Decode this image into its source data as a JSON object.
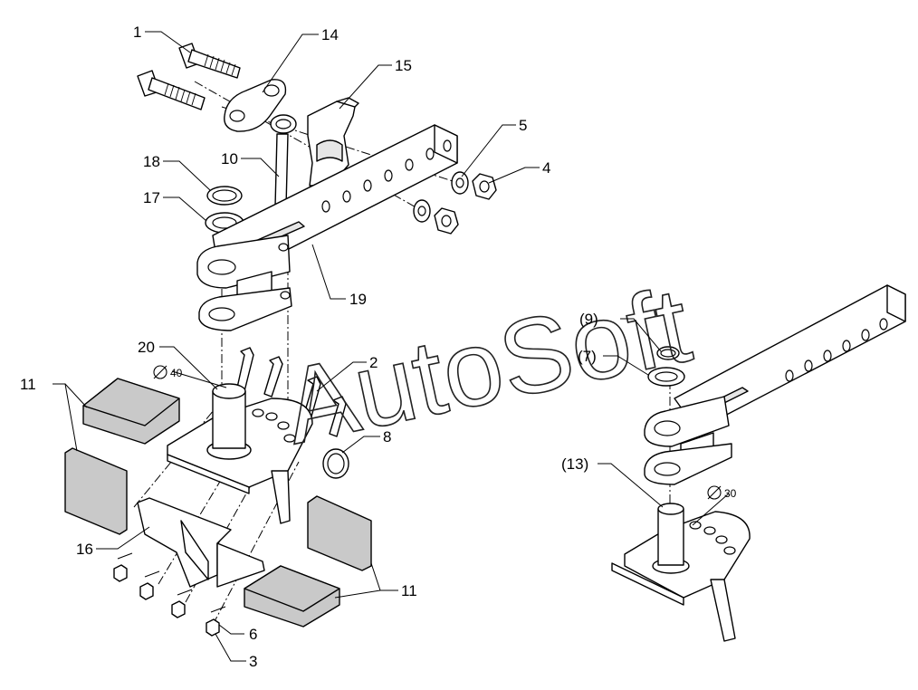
{
  "watermark": "AutoSoft",
  "callouts": {
    "c1": "1",
    "c14": "14",
    "c15": "15",
    "c5": "5",
    "c4": "4",
    "c18": "18",
    "c10": "10",
    "c17": "17",
    "c19": "19",
    "c20": "20",
    "c2": "2",
    "c11a": "11",
    "c11b": "11",
    "c8": "8",
    "c16": "16",
    "c6": "6",
    "c3": "3",
    "c9": "(9)",
    "c7": "(7)",
    "c13": "(13)"
  },
  "dimensions": {
    "pin_left": "40",
    "pin_right": "30"
  },
  "colors": {
    "line": "#000000",
    "background": "#ffffff",
    "shade": "#c9c9c9"
  }
}
